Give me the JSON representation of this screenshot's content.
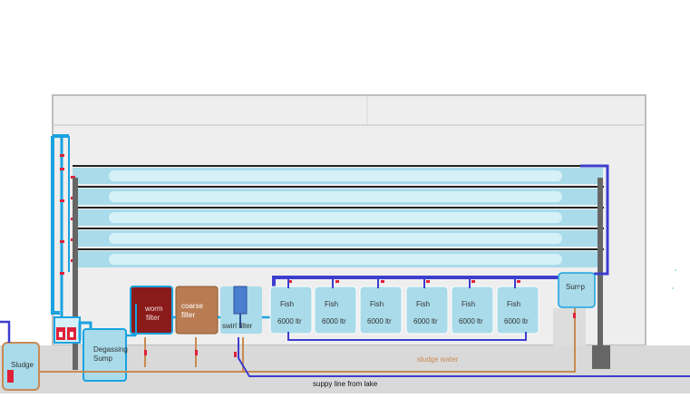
{
  "labels": {
    "sludge": "Sludge",
    "degassing_sump": [
      "Degassing",
      "Sump"
    ],
    "worm_filter": [
      "worm",
      "filter"
    ],
    "coarse_filter": [
      "coarse",
      "filter"
    ],
    "swirl_filter": "swirl filter",
    "sump": "Sump",
    "sludge_water": "sludge water",
    "supply_line": "suppy line from lake"
  },
  "fish_tanks": [
    {
      "name": "Fish",
      "volume": "6000 ltr"
    },
    {
      "name": "Fish",
      "volume": "6000 ltr"
    },
    {
      "name": "Fish",
      "volume": "6000 ltr"
    },
    {
      "name": "Fish",
      "volume": "6000 ltr"
    },
    {
      "name": "Fish",
      "volume": "6000 ltr"
    },
    {
      "name": "Fish",
      "volume": "6000 ltr"
    }
  ],
  "colors": {
    "building": "#eeeeee",
    "building_outline": "#bdbdbd",
    "water": "#a9dbea",
    "water_light": "#d6f0f8",
    "supply_pipe": "#1aa3e0",
    "return_pipe": "#3d3dcf",
    "sludge_pipe": "#c98a52",
    "valve": "#e0203a",
    "worm_filter": "#8b1a1a",
    "coarse_filter": "#b97c52",
    "swirl_filter_core": "#4a7fd0",
    "ground": "#d9d9d9",
    "post": "#555555"
  },
  "raceway_rows": 5
}
